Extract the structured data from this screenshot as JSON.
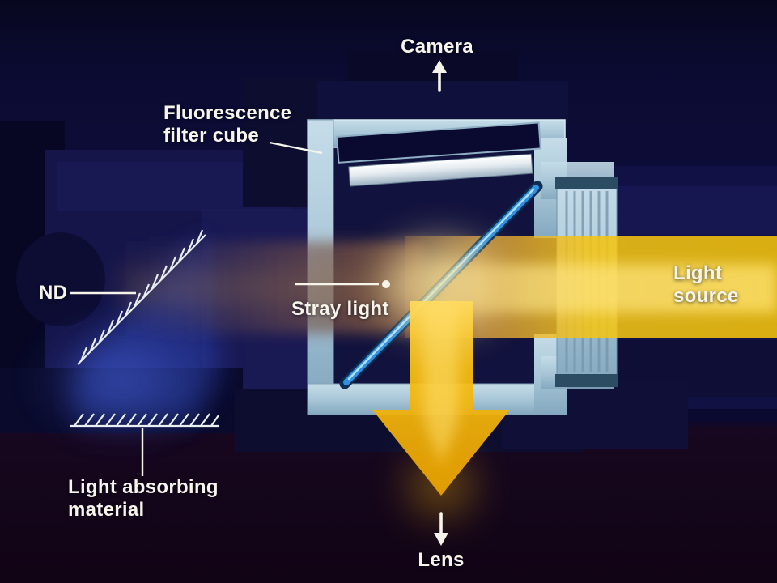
{
  "labels": {
    "camera": "Camera",
    "filter_cube": "Fluorescence\nfilter cube",
    "nd": "ND",
    "stray_light": "Stray light",
    "light_source": "Light\nsource",
    "light_absorbing": "Light absorbing\nmaterial",
    "lens": "Lens"
  },
  "icons": {
    "camera_arrow": "up-arrow",
    "lens_arrow": "down-arrow"
  },
  "colors": {
    "background_navy": "#0c0c36",
    "bottom_band": "#150618",
    "cube_body": "#a9c7d8",
    "beam_yellow": "#f5c40a",
    "beamsplitter_blue": "#2f8fe0",
    "stray_brown": "#8e6040",
    "nd_glow_blue": "#3a55d0",
    "label_text": "#f7f5ea"
  }
}
